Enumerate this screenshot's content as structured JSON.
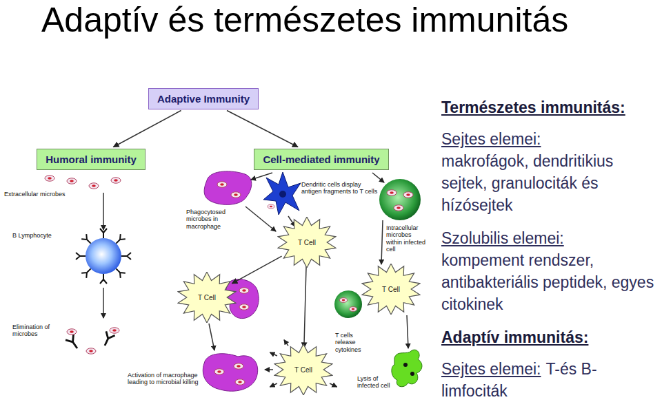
{
  "diagram": {
    "title": "Adaptív és természetes immunitás",
    "nodes": [
      {
        "text": [
          "Adaptive Immunity"
        ]
      },
      {
        "text": [
          "Humoral immunity"
        ]
      },
      {
        "text": [
          "Cell-mediated immunity"
        ]
      },
      {
        "text": [
          "T Cell"
        ]
      },
      {
        "text": [
          "T Cell"
        ]
      },
      {
        "text": [
          "T Cell"
        ]
      },
      {
        "text": [
          "T Cell"
        ]
      }
    ],
    "edges": [
      {
        "from": 0,
        "to": 1,
        "arrow": "to"
      },
      {
        "from": 0,
        "to": 2,
        "arrow": "to"
      },
      {
        "from": 3,
        "to": 4,
        "arrow": "to"
      },
      {
        "from": 3,
        "to": 6,
        "arrow": "to"
      }
    ],
    "labels": [
      "Extracellular microbes",
      "B Lymphocyte",
      "Elimination of microbes",
      "Phagocytosed microbes in macrophage",
      "Dendritic cells display antigen fragments to T cells",
      "Intracellular microbes within infected cell",
      "T cells release cytokines",
      "Activation of macrophage leading to microbial killing",
      "Lysis of infected cell",
      "Természetes immunitás:",
      "Sejtes elemei:",
      "makrofágok, dendritikius sejtek, granulociták és hízósejtek",
      "Szolubilis elemei:",
      "kompement rendszer, antibakteriális peptidek, egyes citokinek",
      "Adaptív immunitás:",
      "Sejtes elemei:",
      "T-és B-limfociták"
    ]
  }
}
